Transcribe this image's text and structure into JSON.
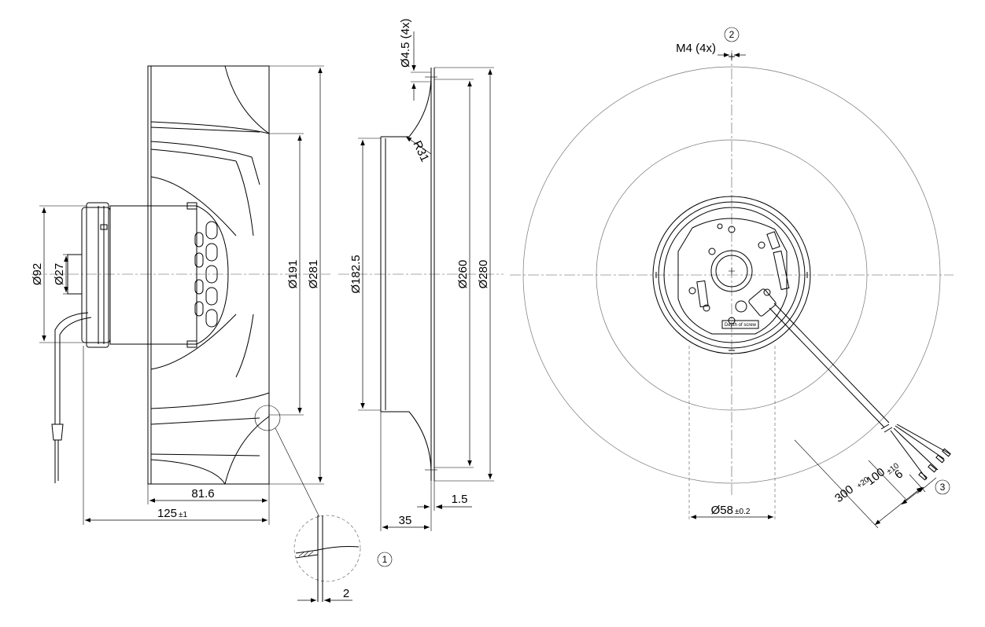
{
  "dimensions": {
    "side": {
      "d92": "Ø92",
      "d27": "Ø27",
      "d191": "Ø191",
      "d281": "Ø281",
      "len816": "81.6",
      "len125": "125",
      "tol125": "±1"
    },
    "section": {
      "hole": "Ø4.5 (4x)",
      "radius": "R31",
      "d1825": "Ø182.5",
      "d260": "Ø260",
      "d280": "Ø280",
      "len35": "35",
      "len15": "1.5"
    },
    "detail": {
      "thickness": "2"
    },
    "front": {
      "thread": "M4 (4x)",
      "d58": "Ø58",
      "tol58": "±0.2",
      "len300": "300",
      "tol300": "+20",
      "len100": "100",
      "tol100": "±10",
      "len6": "6"
    }
  },
  "balloons": {
    "b1": "1",
    "b2": "2",
    "b3": "3"
  },
  "labels": {
    "depth": "Depth of screw"
  }
}
